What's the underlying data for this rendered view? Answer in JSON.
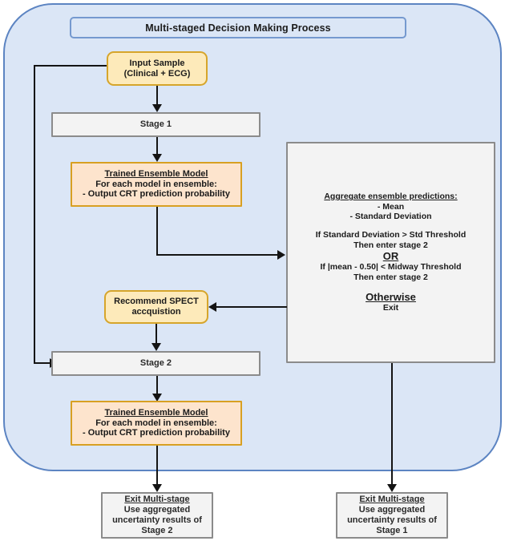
{
  "diagram": {
    "title": "Multi-staged Decision Making Process",
    "background_color": "#dbe6f6",
    "border_color": "#5c84c2"
  },
  "nodes": {
    "input_sample": {
      "line1": "Input Sample",
      "line2": "(Clinical + ECG)",
      "color": "#fdeaba"
    },
    "stage1": {
      "label": "Stage 1",
      "color": "#f3f3f3"
    },
    "ensemble_stage1": {
      "header": "Trained Ensemble Model",
      "line2": "For each model in ensemble:",
      "line3": "- Output CRT prediction probability",
      "color": "#fde4cd"
    },
    "aggregate_panel": {
      "header": "Aggregate ensemble predictions:",
      "line2": "- Mean",
      "line3": "- Standard Deviation",
      "line4": "If Standard Deviation > Std Threshold",
      "line5": "Then enter stage 2",
      "line6": "OR",
      "line7": "If |mean - 0.50| < Midway Threshold",
      "line8": "Then enter stage 2",
      "line9": "Otherwise",
      "line10": "Exit",
      "color": "#f3f3f3"
    },
    "recommend_spect": {
      "line1": "Recommend SPECT",
      "line2": "accquistion",
      "color": "#fdeaba"
    },
    "stage2": {
      "label": "Stage 2",
      "color": "#f3f3f3"
    },
    "ensemble_stage2": {
      "header": "Trained Ensemble Model",
      "line2": "For each model in ensemble:",
      "line3": "- Output CRT prediction probability",
      "color": "#fde4cd"
    },
    "exit_stage2": {
      "header": "Exit Multi-stage",
      "line2": "Use aggregated",
      "line3": "uncertainty results of",
      "line4": "Stage 2",
      "color": "#f3f3f3"
    },
    "exit_stage1": {
      "header": "Exit Multi-stage",
      "line2": "Use aggregated",
      "line3": "uncertainty results of",
      "line4": "Stage 1",
      "color": "#f3f3f3"
    }
  }
}
